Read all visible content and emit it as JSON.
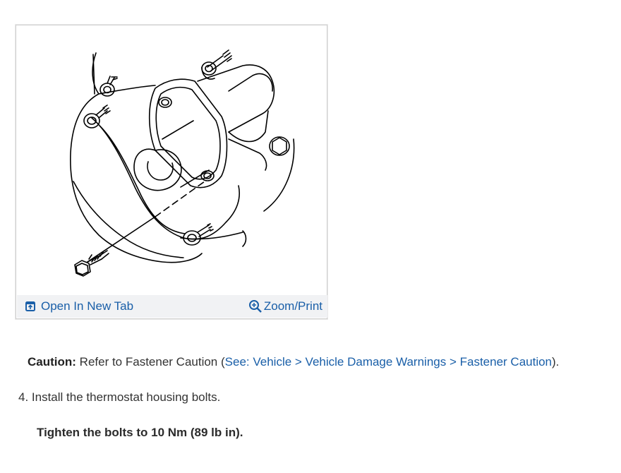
{
  "figure": {
    "image_name": "thermostat housing bolts diagram",
    "open_tab_label": "Open In New Tab",
    "zoom_label": "Zoom/Print",
    "link_color": "#1a5fa8",
    "toolbar_bg": "#f1f2f4"
  },
  "caution": {
    "label": "Caution:",
    "text": " Refer to Fastener Caution (",
    "link_text": "See: Vehicle > Vehicle Damage Warnings > Fastener Caution",
    "close": ")."
  },
  "step": {
    "text": "4. Install the thermostat housing bolts."
  },
  "torque": {
    "text": "Tighten the bolts to 10 Nm (89 lb in)."
  }
}
